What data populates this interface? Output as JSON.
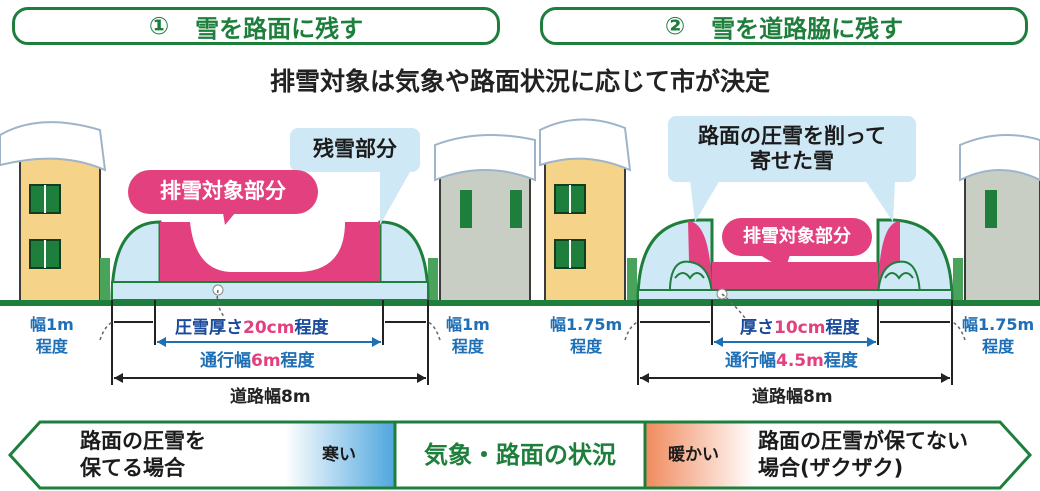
{
  "headings": {
    "left": {
      "number": "①",
      "title": "雪を路面に残す"
    },
    "right": {
      "number": "②",
      "title": "雪を道路脇に残す"
    }
  },
  "subtitle": "排雪対象は気象や路面状況に応じて市が決定",
  "left_panel": {
    "callout_remaining": "残雪部分",
    "callout_removal": "排雪対象部分",
    "side_width_left": [
      "幅1m",
      "程度"
    ],
    "side_width_right": [
      "幅1m",
      "程度"
    ],
    "thickness": {
      "prefix": "圧雪厚さ",
      "value": "20cm",
      "suffix": "程度"
    },
    "passage": {
      "prefix": "通行幅",
      "value": "6m",
      "suffix": "程度"
    },
    "road_width": "道路幅8m"
  },
  "right_panel": {
    "callout_scraped": [
      "路面の圧雪を削って",
      "寄せた雪"
    ],
    "callout_removal": "排雪対象部分",
    "side_width_left": [
      "幅1.75m",
      "程度"
    ],
    "side_width_right": [
      "幅1.75m",
      "程度"
    ],
    "thickness": {
      "prefix": "厚さ",
      "value": "10cm",
      "suffix": "程度"
    },
    "passage": {
      "prefix": "通行幅",
      "value": "4.5m",
      "suffix": "程度"
    },
    "road_width": "道路幅8m"
  },
  "bottom_bar": {
    "left_text": [
      "路面の圧雪を",
      "保てる場合"
    ],
    "cold_label": "寒い",
    "center_label": "気象・路面の状況",
    "warm_label": "暖かい",
    "right_text": [
      "路面の圧雪が保てない",
      "場合(ザクザク)"
    ]
  },
  "colors": {
    "green": "#1e7f3c",
    "pink": "#e3407f",
    "light_blue": "#cfe8f5",
    "blue_text": "#1f6fb5",
    "house_yellow": "#f5d48a",
    "house_gray": "#c9cec5"
  }
}
